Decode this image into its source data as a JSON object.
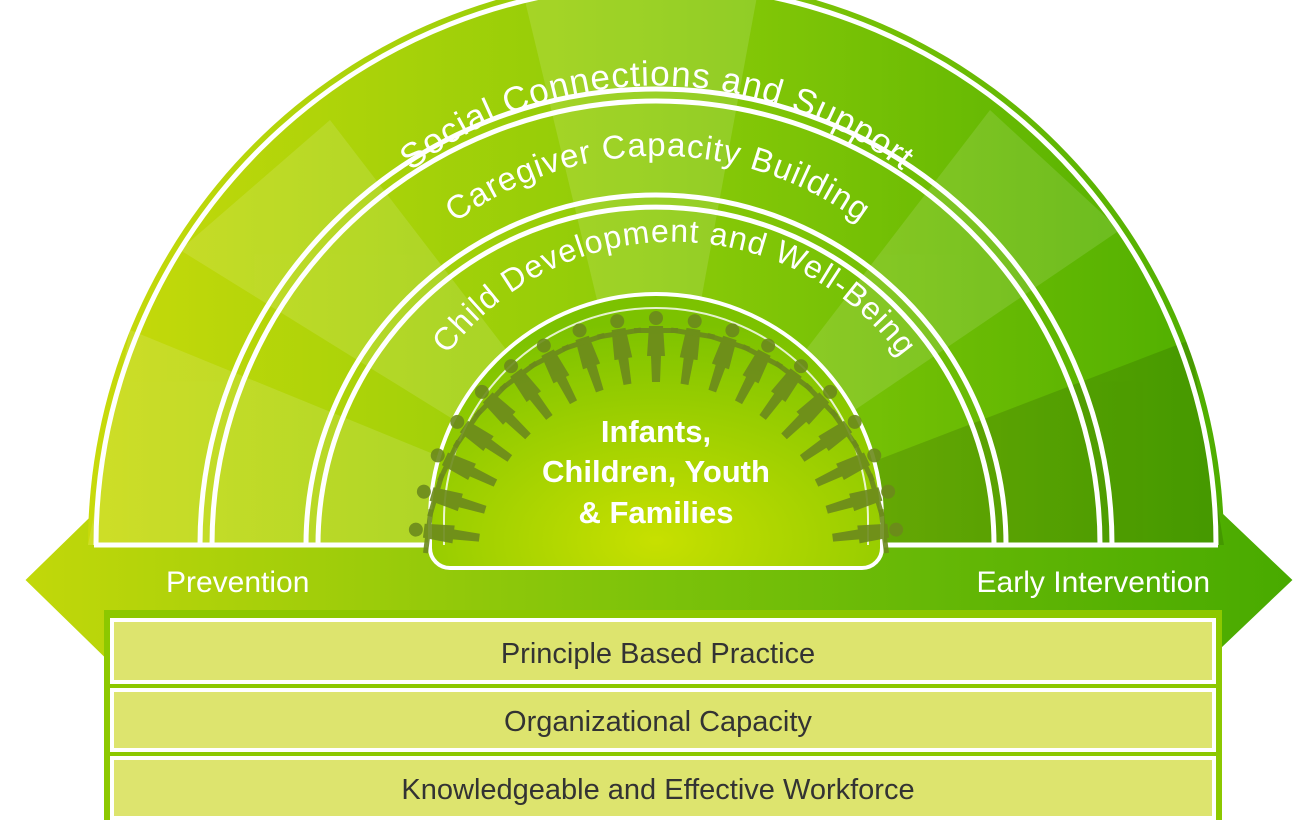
{
  "rings": [
    {
      "label": "Social Connections and Support"
    },
    {
      "label": "Caregiver Capacity Building"
    },
    {
      "label": "Child Development and Well-Being"
    }
  ],
  "center": {
    "lines": [
      "Infants,",
      "Children, Youth",
      "& Families"
    ]
  },
  "arrow": {
    "left_label": "Prevention",
    "right_label": "Early Intervention"
  },
  "foundation": [
    {
      "label": "Principle Based Practice"
    },
    {
      "label": "Organizational Capacity"
    },
    {
      "label": "Knowledgeable and Effective Workforce"
    }
  ],
  "colors": {
    "lime": "#c4d800",
    "green": "#5db800",
    "bar_fill": "#dde46e",
    "outline": "#ffffff",
    "figures": "#6c8a1c",
    "bar_text": "#333333"
  }
}
